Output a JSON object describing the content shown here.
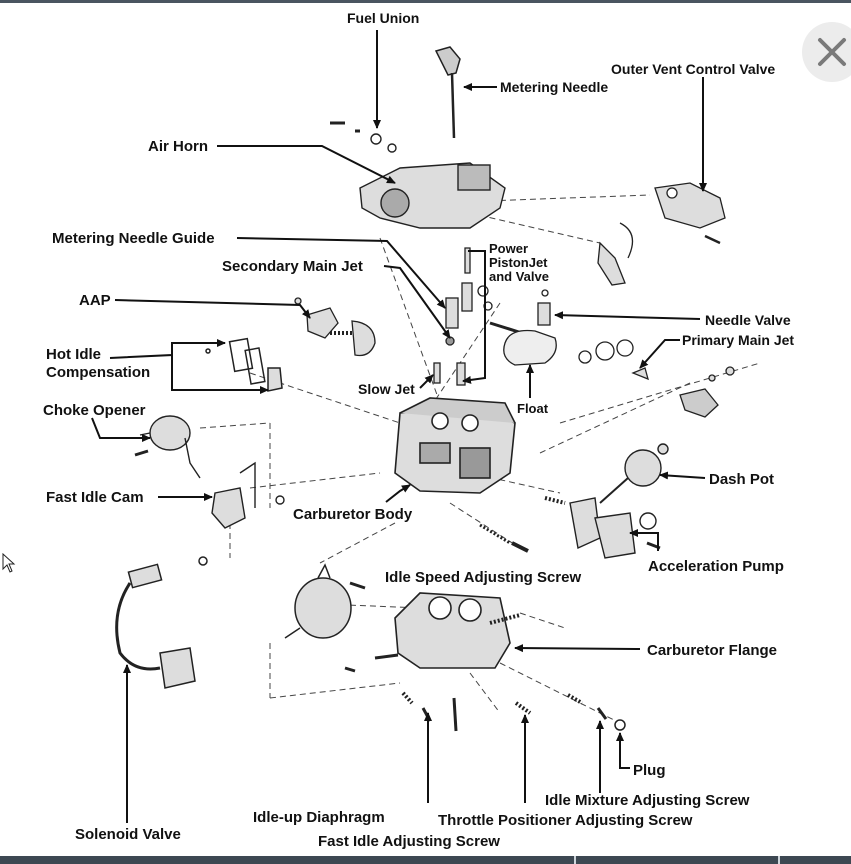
{
  "viewer": {
    "close_icon": "close-icon",
    "pointer_icon": "mouse-pointer-icon"
  },
  "diagram": {
    "labels": {
      "fuel_union": "Fuel Union",
      "metering_needle": "Metering Needle",
      "outer_vent_control_valve": "Outer Vent Control Valve",
      "air_horn": "Air Horn",
      "metering_needle_guide": "Metering Needle Guide",
      "power_piston_1": "Power",
      "power_piston_2": "PistonJet",
      "power_piston_3": "and Valve",
      "secondary_main_jet": "Secondary Main Jet",
      "aap": "AAP",
      "needle_valve": "Needle Valve",
      "primary_main_jet": "Primary Main Jet",
      "hot_idle_1": "Hot Idle",
      "hot_idle_2": "Compensation",
      "slow_jet": "Slow Jet",
      "float": "Float",
      "choke_opener": "Choke Opener",
      "dash_pot": "Dash Pot",
      "fast_idle_cam": "Fast Idle Cam",
      "carburetor_body": "Carburetor Body",
      "acceleration_pump": "Acceleration Pump",
      "idle_speed_adjusting_screw": "Idle Speed Adjusting Screw",
      "carburetor_flange": "Carburetor Flange",
      "plug": "Plug",
      "idle_mixture_adjusting_screw": "Idle Mixture Adjusting Screw",
      "idle_up_diaphragm": "Idle-up Diaphragm",
      "throttle_positioner_adjusting_screw": "Throttle Positioner Adjusting Screw",
      "solenoid_valve": "Solenoid Valve",
      "fast_idle_adjusting_screw": "Fast Idle Adjusting Screw"
    }
  }
}
